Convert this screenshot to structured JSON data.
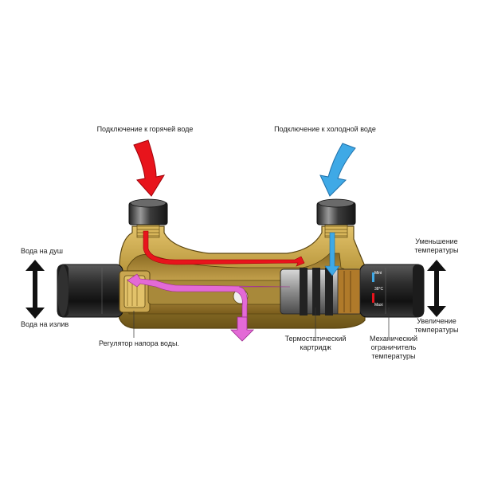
{
  "labels": {
    "hot_connection": "Подключение к горячей воде",
    "cold_connection": "Подключение к холодной воде",
    "to_shower": "Вода на душ",
    "to_spout": "Вода на излив",
    "temp_decrease_1": "Уменьшение",
    "temp_decrease_2": "температуры",
    "temp_increase_1": "Увеличение",
    "temp_increase_2": "температуры",
    "pressure_regulator": "Регулятор напора воды.",
    "cartridge_1": "Термостатический",
    "cartridge_2": "картридж",
    "limiter_1": "Механический",
    "limiter_2": "ограничитель",
    "limiter_3": "температуры"
  },
  "left_dial": {
    "mark_top": "",
    "mark_bottom": ""
  },
  "right_dial": {
    "mark_top": "Mini",
    "mark_mid": "38°C",
    "mark_bottom": "Maxi"
  },
  "colors": {
    "hot": "#e8141c",
    "cold": "#3fa9e6",
    "mixed": "#e36ad6",
    "brass": "#b8963c",
    "brass_dark": "#6b5318",
    "handle": "#2b2b2b",
    "nut": "#3a3a3a",
    "arrow_black": "#111111"
  }
}
